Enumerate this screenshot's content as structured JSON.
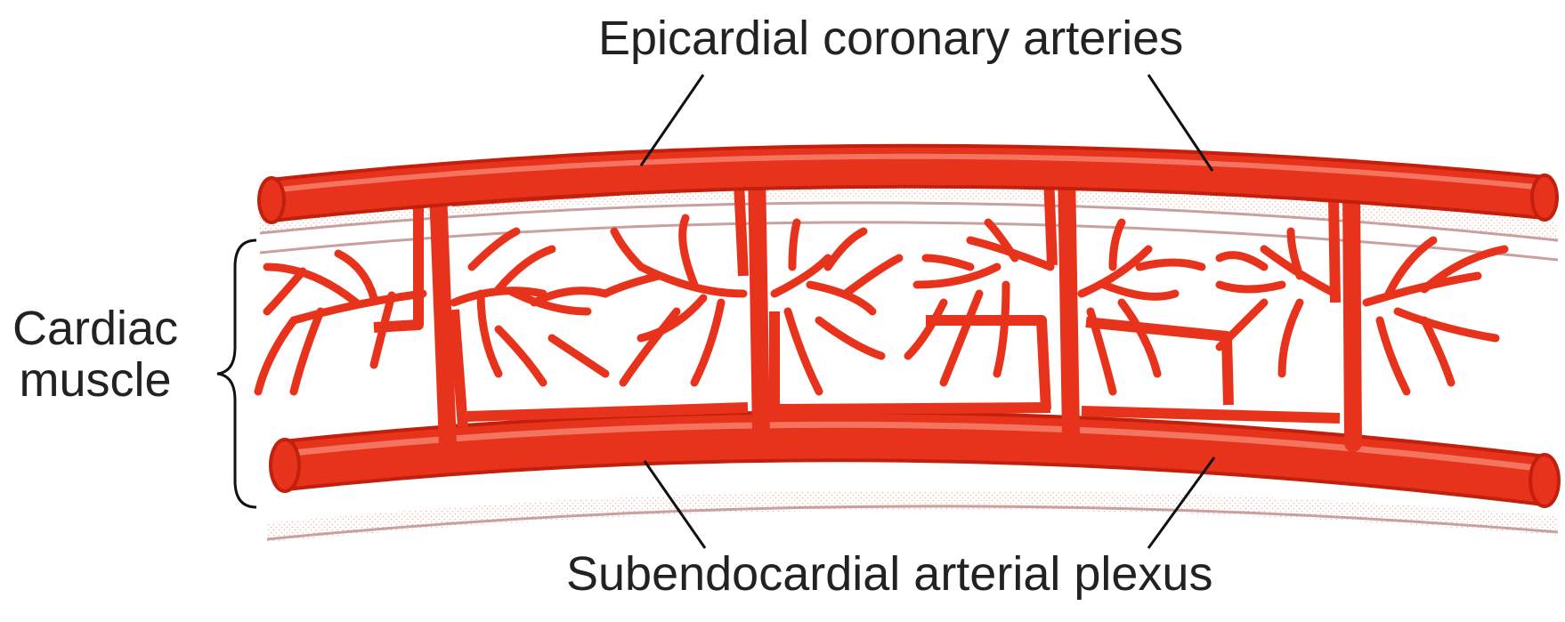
{
  "labels": {
    "epicardial": "Epicardial coronary arteries",
    "subendocardial": "Subendocardial arterial plexus",
    "cardiac_line1": "Cardiac",
    "cardiac_line2": "muscle"
  },
  "colors": {
    "vessel": "#e8331c",
    "vessel_dark": "#c21f0c",
    "vessel_light": "#f3745f",
    "muscle_band": "#fbe3dc",
    "muscle_stripe": "#c9a0a0",
    "leader": "#111111"
  }
}
